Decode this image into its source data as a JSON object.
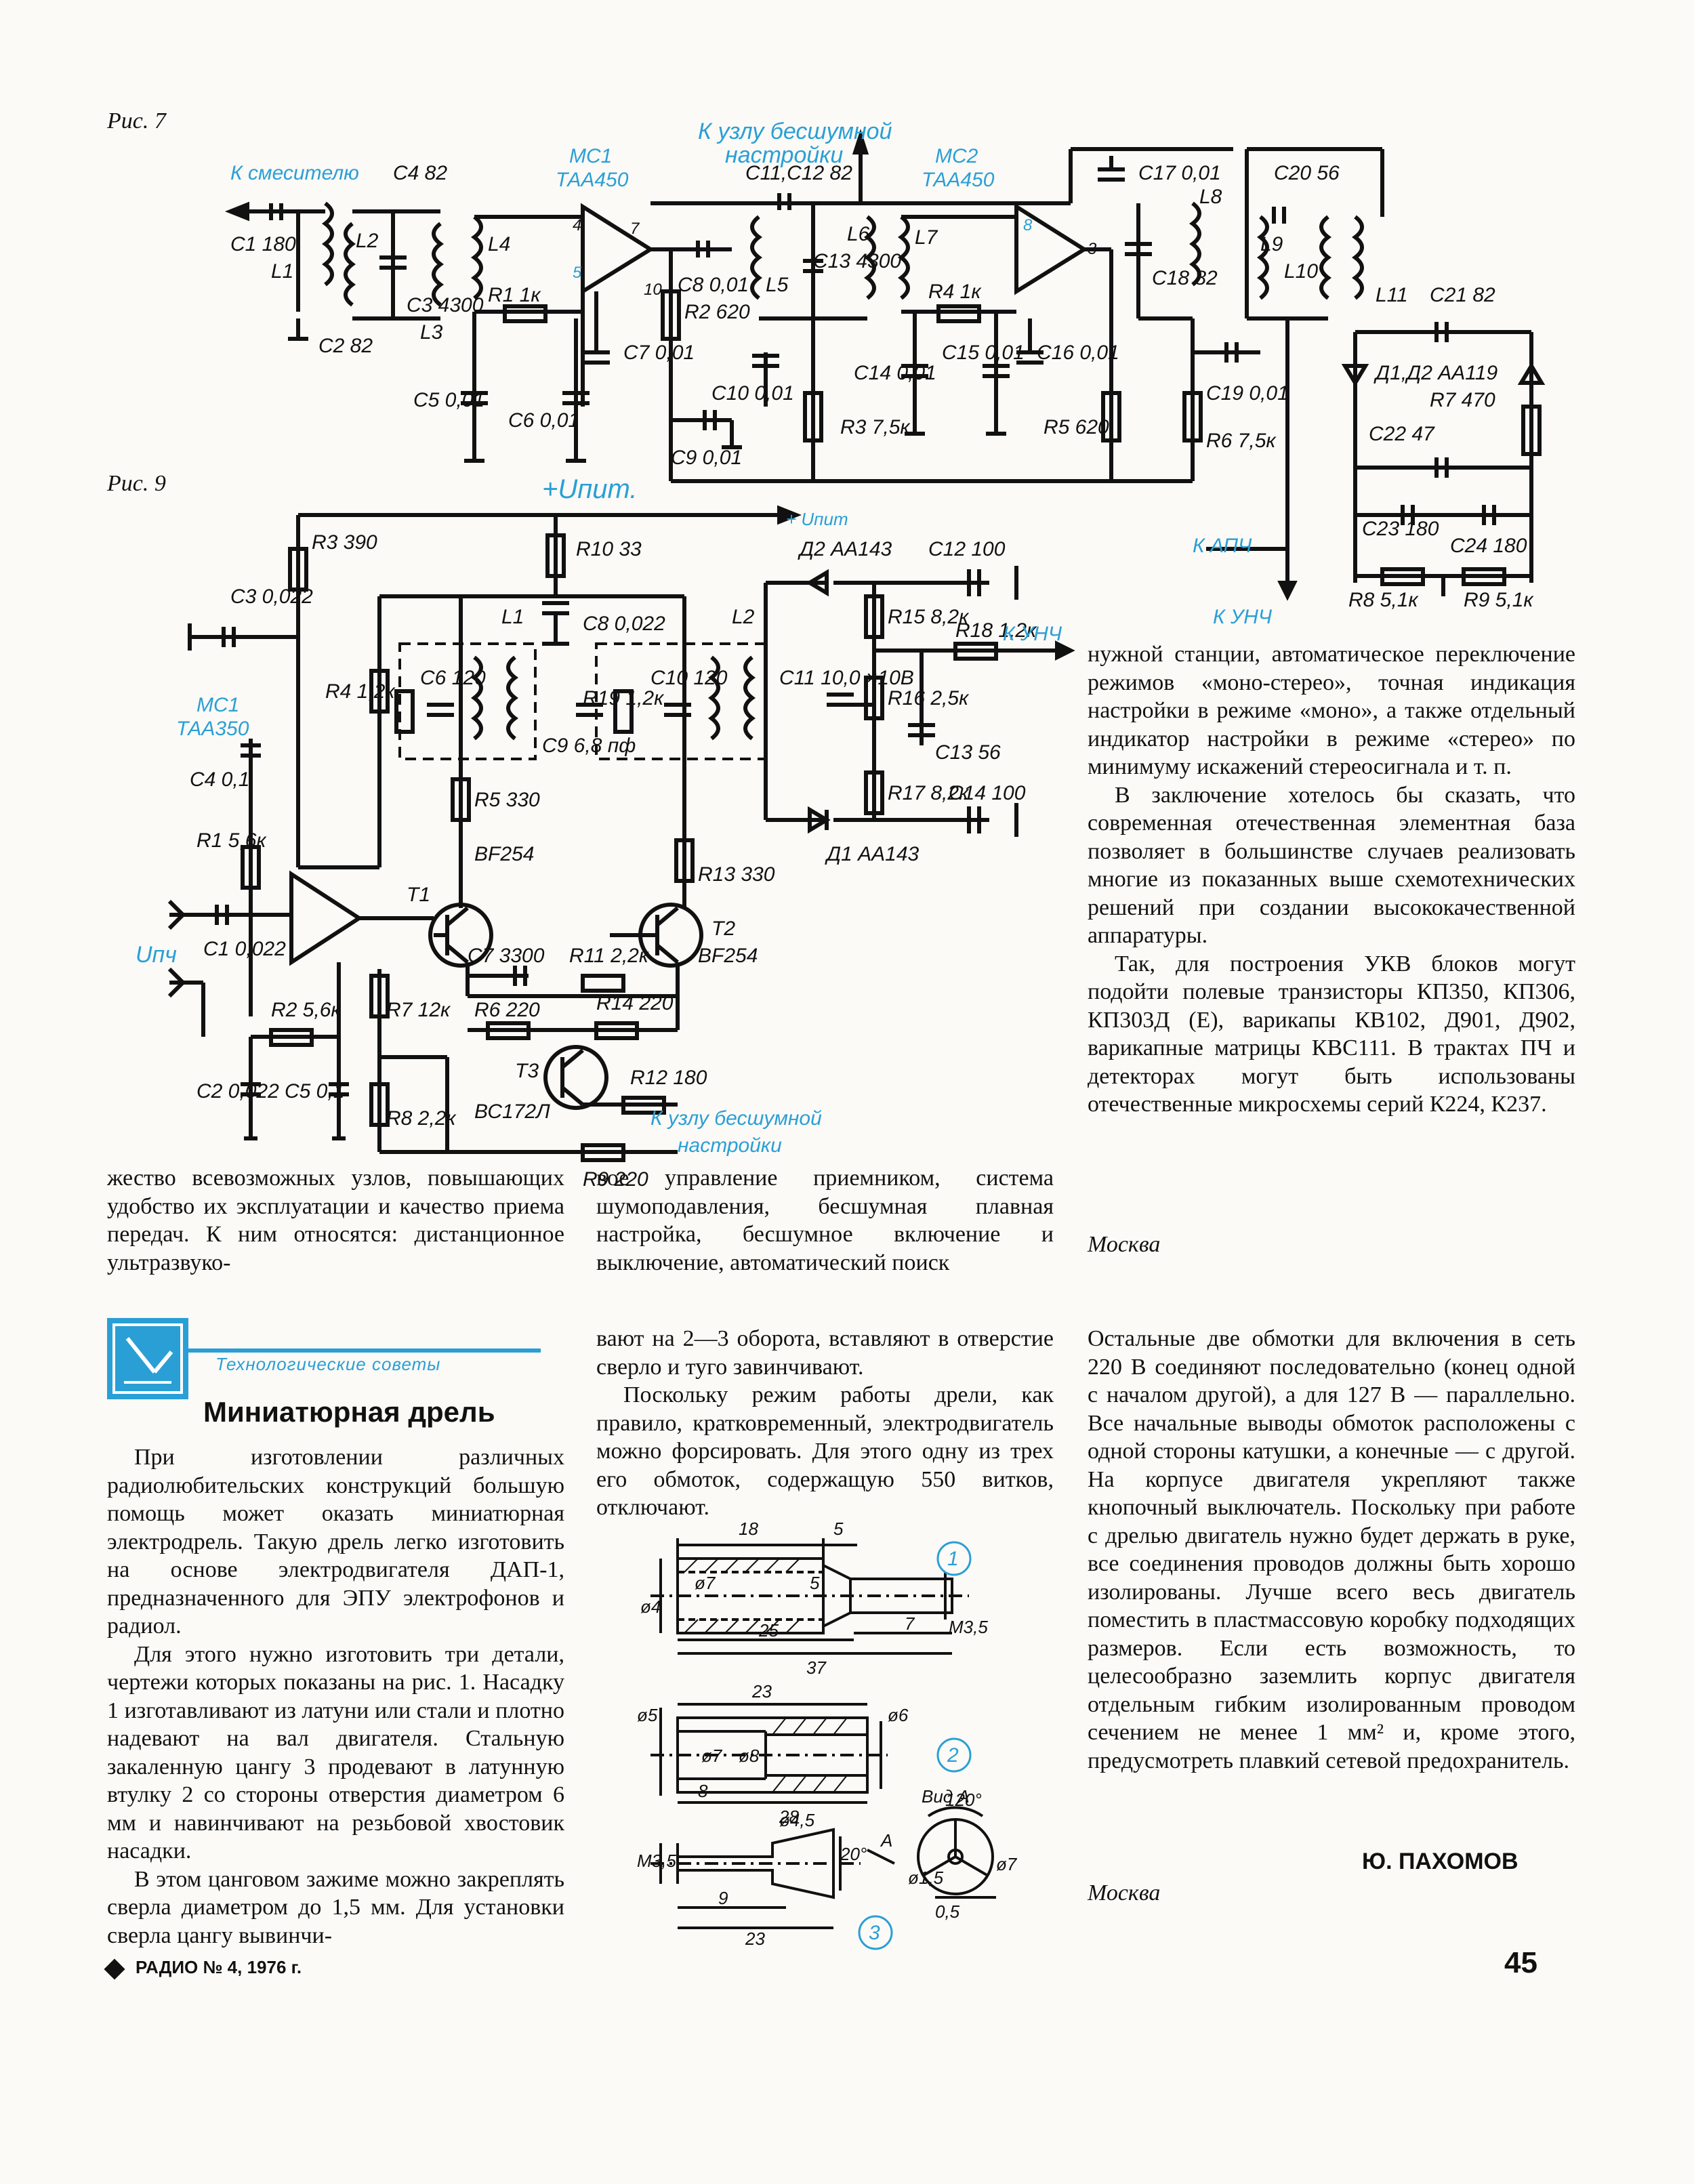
{
  "figures": {
    "fig7": {
      "caption": "Рис. 7",
      "labels": {
        "to_mixer": "К смесителю",
        "to_quiet_node_1": "К узлу бесшумной",
        "to_quiet_node_2": "настройки",
        "mc1": "МС1",
        "mc1_type": "ТАА450",
        "mc2": "МС2",
        "mc2_type": "ТАА450",
        "c1": "С1 180",
        "l1": "L1",
        "c2": "С2 82",
        "c4": "С4 82",
        "l2": "L2",
        "l3": "L3",
        "c3": "С3 4300",
        "l4": "L4",
        "r1": "R1 1к",
        "c5": "С5 0,01",
        "c6": "С6 0,01",
        "c7": "С7 0,01",
        "c8": "С8 0,01",
        "r2": "R2 620",
        "c11c12": "С11,С12 82",
        "l5": "L5",
        "l6": "L6",
        "c13": "С13 4300",
        "c10": "С10 0,01",
        "c9": "С9 0,01",
        "c14": "С14 0,01",
        "r3": "R3 7,5к",
        "l7": "L7",
        "r4": "R4 1к",
        "c15": "С15 0,01",
        "c16": "С16 0,01",
        "r5": "R5 620",
        "c17": "С17 0,01",
        "l8": "L8",
        "c18": "С18 82",
        "c19": "С19 0,01",
        "r6": "R6 7,5к",
        "c20": "С20 56",
        "l9": "L9",
        "l10": "L10",
        "l11": "L11",
        "c21": "С21 82",
        "d1d2": "Д1,Д2 АА119",
        "r7": "R7 470",
        "c22": "С22 47",
        "c23": "С23 180",
        "c24": "С24 180",
        "r8": "R8 5,1к",
        "r9": "R9 5,1к",
        "to_agc": "К АПЧ",
        "to_ulf": "К УНЧ",
        "pin4": "4",
        "pin5": "5",
        "pin7": "7",
        "pin10": "10",
        "pin3": "3",
        "pin8": "8"
      }
    },
    "fig9": {
      "caption": "Рис. 9",
      "labels": {
        "upit": "+Uпит.",
        "upit_small": "+ Uпит",
        "r3": "R3 390",
        "c3": "С3 0,022",
        "mc1": "МС1",
        "mc1_type": "ТАА350",
        "c4": "С4 0,1",
        "r1": "R1 5,6к",
        "c1": "С1 0,022",
        "upch": "Uпч",
        "r2": "R2 5,6к",
        "c2": "С2 0,022",
        "c5": "С5 0,1",
        "r4": "R4 1,2к",
        "r10": "R10 33",
        "c8": "С8 0,022",
        "l1": "L1",
        "c6": "С6 120",
        "c9": "С9 6,8 пф",
        "r19": "R19 1,2к",
        "c10": "С10 120",
        "l2": "L2",
        "r5": "R5 330",
        "t1": "Т1",
        "bf254_1": "BF254",
        "c7": "С7 3300",
        "r11": "R11 2,2к",
        "r6": "R6 220",
        "r14": "R14 220",
        "t3": "Т3",
        "bc172": "ВС172Л",
        "r12": "R12 180",
        "r7": "R7 12к",
        "r8": "R8 2,2к",
        "r9": "R9 220",
        "to_quiet": "К узлу бесшумной",
        "to_quiet2": "настройки",
        "r13": "R13 330",
        "t2": "Т2",
        "bf254_2": "BF254",
        "d2": "Д2 АА143",
        "c12": "С12 100",
        "r15": "R15 8,2к",
        "r18": "R18 1,2к",
        "to_ulf": "К УНЧ",
        "r16": "R16 2,5к",
        "c11": "С11 10,0 ×10В",
        "c13": "С13 56",
        "r17": "R17 8,2к",
        "c14": "С14 100",
        "d1": "Д1 АА143"
      }
    },
    "fig_drill": {
      "labels": {
        "d18": "18",
        "d5": "5",
        "phi7": "ø7",
        "d5b": "5",
        "d7": "7",
        "m35": "М3,5",
        "d4": "ø4",
        "d25": "25",
        "d37": "37",
        "d23": "23",
        "phi5": "ø5",
        "phi6": "ø6",
        "phi7b": "ø7",
        "phi8": "ø8",
        "d8": "8",
        "d28": "28",
        "vidA": "Вид А",
        "m35b": "М3,5",
        "phi45": "ø4,5",
        "a": "А",
        "d120": "120°",
        "d20": "20°",
        "phi15": "ø1,5",
        "phi7c": "ø7",
        "d9": "9",
        "d23b": "23",
        "d05": "0,5",
        "n1": "1",
        "n2": "2",
        "n3": "3"
      }
    }
  },
  "article1": {
    "right_top_col": [
      "нужной станции, автоматическое переключение режимов «моно-стерео», точная индикация настройки в режиме «моно», а также отдельный индикатор настройки в режиме «стерео» по минимуму искажений стереосигнала и т. п.",
      "В заключение хотелось бы сказать, что современная отечественная элементная база позволяет в большинстве случаев реализовать многие из показанных выше схемотехнических решений при создании высококачественной аппаратуры.",
      "Так, для построения УКВ блоков могут подойти полевые транзисторы КП350, КП306, КП303Д (Е), варикапы КВ102, Д901, Д902, варикапные матрицы КВС111. В трактах ПЧ и детекторах могут быть использованы отечественные микросхемы серий К224, К237."
    ],
    "col1_bottom": "жество всевозможных узлов, повышающих удобство их эксплуатации и качество приема передач. К ним относятся: дистанционное ультразвуко-",
    "col2_bottom": "вое управление приемником, система шумоподавления, бесшумная плавная настройка, бесшумное включение и выключение, автоматический поиск",
    "city": "Москва"
  },
  "article2": {
    "rubric": "Технологические советы",
    "title": "Миниатюрная дрель",
    "col1": [
      "При изготовлении различных радиолюбительских конструкций большую помощь может оказать миниатюрная электродрель. Такую дрель легко изготовить на основе электродвигателя ДАП-1, предназначенного для ЭПУ электрофонов и радиол.",
      "Для этого нужно изготовить три детали, чертежи которых показаны на рис. 1. Насадку 1 изготавливают из латуни или стали и плотно надевают на вал двигателя. Стальную закаленную цангу 3 продевают в латунную втулку 2 со стороны отверстия диаметром 6 мм и навинчивают на резьбовой хвостовик насадки.",
      "В этом цанговом зажиме можно закреплять сверла диаметром до 1,5 мм. Для установки сверла цангу вывинчи-"
    ],
    "col2": [
      "вают на 2—3 оборота, вставляют в отверстие сверло и туго завинчивают.",
      "Поскольку режим работы дрели, как правило, кратковременный, электродвигатель можно форсировать. Для этого одну из трех его обмоток, содержащую 550 витков, отключают."
    ],
    "col3": [
      "Остальные две обмотки для включения в сеть 220 В соединяют последовательно (конец одной с началом другой), а для 127 В — параллельно. Все начальные выводы обмоток расположены с одной стороны катушки, а конечные — с другой. На корпусе двигателя укрепляют также кнопочный выключатель. Поскольку при работе с дрелью двигатель нужно будет держать в руке, все соединения проводов должны быть хорошо изолированы. Лучше всего весь двигатель поместить в пластмассовую коробку подходящих размеров. Если есть возможность, то целесообразно заземлить корпус двигателя отдельным гибким изолированным проводом сечением не менее 1 мм² и, кроме этого, предусмотреть плавкий сетевой предохранитель."
    ],
    "author": "Ю. ПАХОМОВ",
    "city": "Москва"
  },
  "footer": {
    "journal": "РАДИО № 4, 1976 г.",
    "page": "45"
  },
  "colors": {
    "ink": "#111111",
    "blue_annotation": "#2a9fd6",
    "paper": "#fbfaf6"
  }
}
